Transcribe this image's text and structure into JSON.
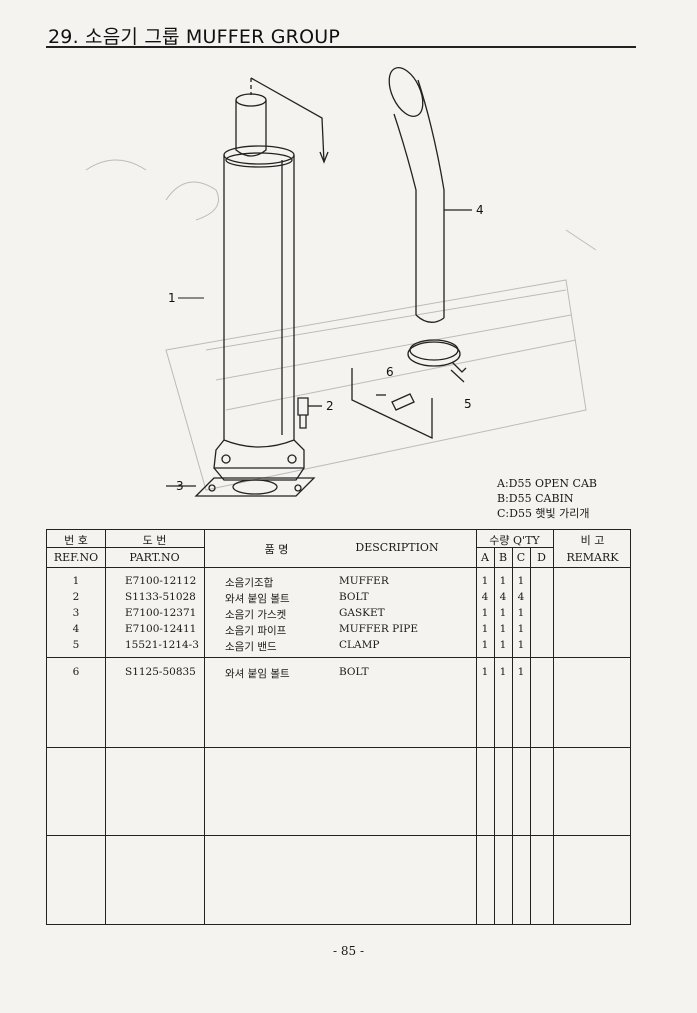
{
  "header": {
    "title": "29. 소음기 그룹 MUFFER GROUP"
  },
  "diagram": {
    "callouts": [
      "1",
      "2",
      "3",
      "4",
      "5",
      "6"
    ]
  },
  "variants": [
    "A:D55 OPEN CAB",
    "B:D55 CABIN",
    "C:D55 햇빛 가리개"
  ],
  "table": {
    "headers": {
      "ref_ko": "번 호",
      "ref_en": "REF.NO",
      "part_ko": "도 번",
      "part_en": "PART.NO",
      "name_ko": "품 명",
      "description": "DESCRIPTION",
      "qty": "수량 Q'TY",
      "qty_cols": [
        "A",
        "B",
        "C",
        "D"
      ],
      "remark_ko": "비 고",
      "remark_en": "REMARK"
    },
    "rows": [
      {
        "ref": "1",
        "part": "E7100-12112",
        "name_ko": "소음기조합",
        "desc": "MUFFER",
        "a": "1",
        "b": "1",
        "c": "1",
        "d": ""
      },
      {
        "ref": "2",
        "part": "S1133-51028",
        "name_ko": "와셔 붙임 볼트",
        "desc": "BOLT",
        "a": "4",
        "b": "4",
        "c": "4",
        "d": ""
      },
      {
        "ref": "3",
        "part": "E7100-12371",
        "name_ko": "소음기 가스켓",
        "desc": "GASKET",
        "a": "1",
        "b": "1",
        "c": "1",
        "d": ""
      },
      {
        "ref": "4",
        "part": "E7100-12411",
        "name_ko": "소음기 파이프",
        "desc": "MUFFER PIPE",
        "a": "1",
        "b": "1",
        "c": "1",
        "d": ""
      },
      {
        "ref": "5",
        "part": "15521-1214-3",
        "name_ko": "소음기 밴드",
        "desc": "CLAMP",
        "a": "1",
        "b": "1",
        "c": "1",
        "d": ""
      },
      {
        "ref": "6",
        "part": "S1125-50835",
        "name_ko": "와셔 붙임 볼트",
        "desc": "BOLT",
        "a": "1",
        "b": "1",
        "c": "1",
        "d": ""
      }
    ]
  },
  "footer": {
    "page": "- 85 -"
  }
}
